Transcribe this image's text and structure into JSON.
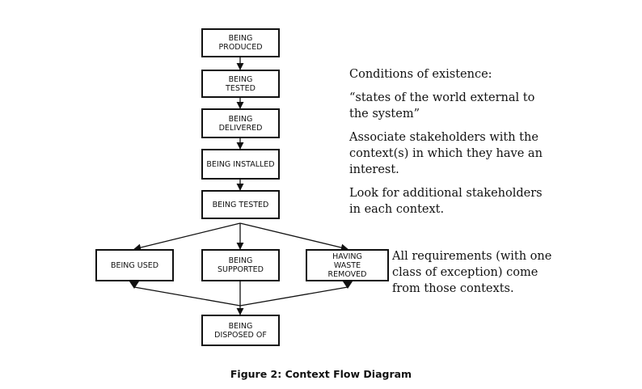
{
  "diagram": {
    "nodes": {
      "produced": "BEING\nPRODUCED",
      "tested_1": "BEING\nTESTED",
      "delivered": "BEING\nDELIVERED",
      "installed": "BEING INSTALLED",
      "tested_2": "BEING TESTED",
      "used": "BEING USED",
      "supported": "BEING\nSUPPORTED",
      "waste_removed": "HAVING\nWASTE\nREMOVED",
      "disposed": "BEING\nDISPOSED OF"
    }
  },
  "notes": {
    "conditions": "Conditions of existence:",
    "states": "“states of the world external to\nthe system”",
    "associate": "Associate stakeholders with the\ncontext(s) in which they have an\ninterest.",
    "look_for": "Look for additional stakeholders\nin each context.",
    "requirements": "All requirements (with one\nclass of exception) come\nfrom those contexts."
  },
  "caption": "Figure 2: Context Flow Diagram"
}
